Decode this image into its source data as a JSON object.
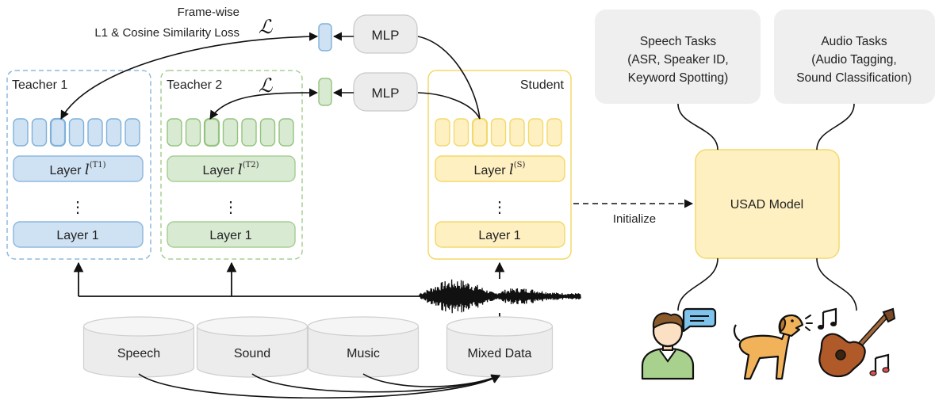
{
  "loss": {
    "caption_line1": "Frame-wise",
    "caption_line2": "L1 & Cosine Similarity Loss",
    "symbol": "ℒ"
  },
  "mlp_label": "MLP",
  "teacher1": {
    "title": "Teacher 1",
    "layer_top_prefix": "Layer ",
    "layer_top_var": "l",
    "layer_top_sup": "(T1)",
    "layer_bottom": "Layer 1",
    "color": "#4a90c8"
  },
  "teacher2": {
    "title": "Teacher 2",
    "layer_top_prefix": "Layer ",
    "layer_top_var": "l",
    "layer_top_sup": "(T2)",
    "layer_bottom": "Layer 1",
    "color": "#6aa84f"
  },
  "student": {
    "title": "Student",
    "layer_top_prefix": "Layer ",
    "layer_top_var": "l",
    "layer_top_sup": "(S)",
    "layer_bottom": "Layer 1",
    "color": "#e8c032"
  },
  "ellipsis": "⋮",
  "initialize_label": "Initialize",
  "model_label": "USAD Model",
  "tasks": {
    "speech": {
      "title": "Speech Tasks",
      "line2": "(ASR, Speaker ID,",
      "line3": "Keyword Spotting)"
    },
    "audio": {
      "title": "Audio Tasks",
      "line2": "(Audio Tagging,",
      "line3": "Sound Classification)"
    }
  },
  "datasets": [
    "Speech",
    "Sound",
    "Music",
    "Mixed Data"
  ],
  "icons": [
    "speaker-person-icon",
    "barking-dog-icon",
    "guitar-music-icon"
  ]
}
